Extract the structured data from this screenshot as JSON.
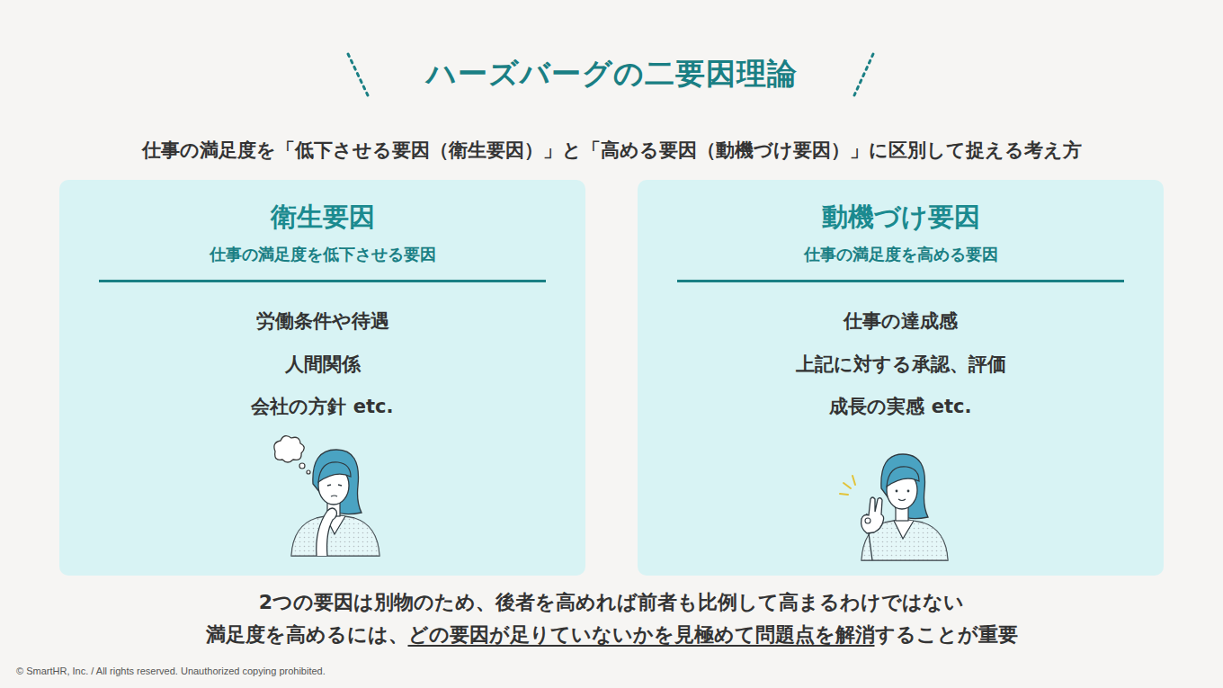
{
  "diagram": {
    "title": "ハーズバーグの二要因理論",
    "nodes": [
      {
        "text": [
          "衛生要因",
          "仕事の満足度を低下させる要因",
          "労働条件や待遇",
          "人間関係",
          "会社の方針 etc."
        ]
      },
      {
        "text": [
          "動機づけ要因",
          "仕事の満足度を高める要因",
          "仕事の達成感",
          "上記に対する承認、評価",
          "成長の実感 etc."
        ]
      }
    ],
    "labels": [
      "仕事の満足度を「低下させる要因（衛生要因）」と「高める要因（動機づけ要因）」に区別して捉える考え方",
      "2つの要因は別物のため、後者を高めれば前者も比例して高まるわけではない",
      "満足度を高めるには、",
      "どの要因が足りていないかを見極めて問題点を解消",
      "することが重要",
      "© SmartHR, Inc. / All rights reserved. Unauthorized copying prohibited."
    ]
  }
}
